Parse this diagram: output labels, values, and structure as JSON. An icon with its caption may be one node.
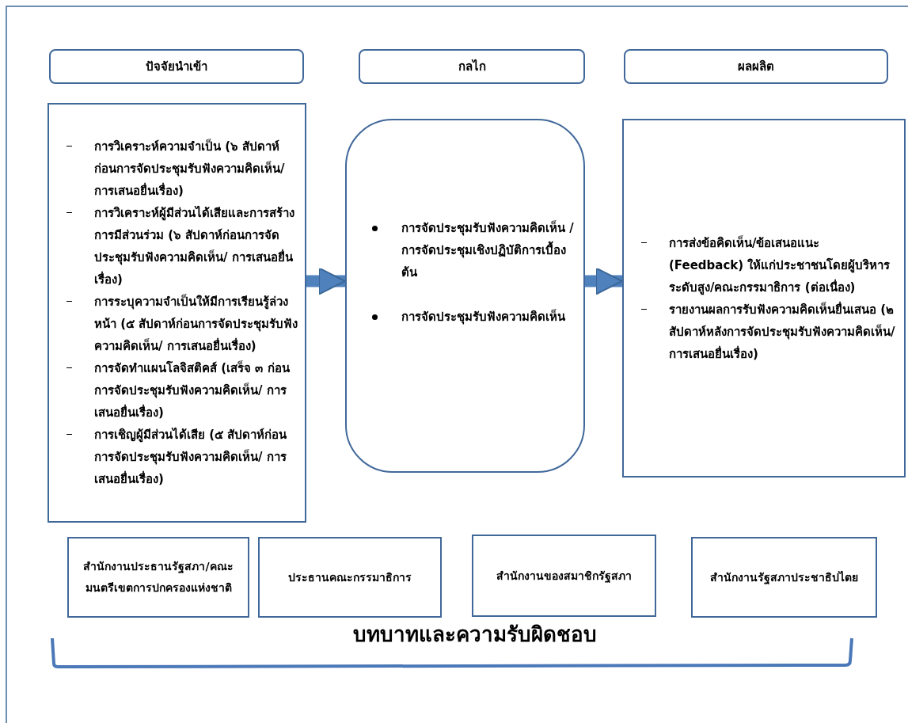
{
  "diagram": {
    "nodes": [
      {
        "text": [
          "ปัจจัยนำเข้า"
        ]
      },
      {
        "text": [
          "กลไก"
        ]
      },
      {
        "text": [
          "ผลผลิต"
        ]
      },
      {
        "text": [
          "การวิเคราะห์ความจำเป็น (๖ สัปดาห์ก่อนการจัดประชุมรับฟังความคิดเห็น/ การเสนอยื่นเรื่อง)",
          "การวิเคราะห์ผู้มีส่วนได้เสียและการสร้างการมีส่วนร่วม  (๖ สัปดาห์ก่อนการจัดประชุมรับฟังความคิดเห็น/ การเสนอยื่นเรื่อง)",
          "การระบุความจำเป็นให้มีการเรียนรู้ล่วงหน้า (๕ สัปดาห์ก่อนการจัดประชุมรับฟังความคิดเห็น/ การเสนอยื่นเรื่อง)",
          "การจัดทำแผนโลจิสติคส์ (เสร็จ ๓ ก่อนการจัดประชุมรับฟังความคิดเห็น/ การเสนอยื่นเรื่อง)",
          "การเชิญผู้มีส่วนได้เสีย (๕ สัปดาห์ก่อนการจัดประชุมรับฟังความคิดเห็น/ การเสนอยื่นเรื่อง)"
        ]
      },
      {
        "text": [
          "การจัดประชุมรับฟังความคิดเห็น / การจัดประชุมเชิงปฏิบัติการเบื้องต้น",
          "การจัดประชุมรับฟังความคิดเห็น"
        ]
      },
      {
        "text": [
          "การส่งข้อคิดเห็น/ข้อเสนอแนะ **(Feedback)** ให้แก่ประชาชนโดยผู้บริหารระดับสูง/คณะกรรมาธิการ (ต่อเนื่อง)",
          "รายงานผลการรับฟังความคิดเห็นยื่นเสนอ  (๒ สัปดาห์หลังการจัดประชุมรับฟังความคิดเห็น/ การเสนอยื่นเรื่อง)"
        ]
      },
      {
        "text": [
          "สำนักงานประธานรัฐสภา/คณะมนตรีเขตการปกครองแห่งชาติ"
        ]
      },
      {
        "text": [
          "ประธานคณะกรรมาธิการ"
        ]
      },
      {
        "text": [
          "สำนักงานของสมาชิกรัฐสภา"
        ]
      },
      {
        "text": [
          "สำนักงานรัฐสภาประชาธิปไตย"
        ]
      }
    ],
    "edges": [
      {
        "from": 3,
        "to": 4,
        "arrow": "to"
      },
      {
        "from": 4,
        "to": 5,
        "arrow": "to"
      }
    ],
    "labels": [
      "บทบาทและความรับผิดชอบ"
    ]
  }
}
